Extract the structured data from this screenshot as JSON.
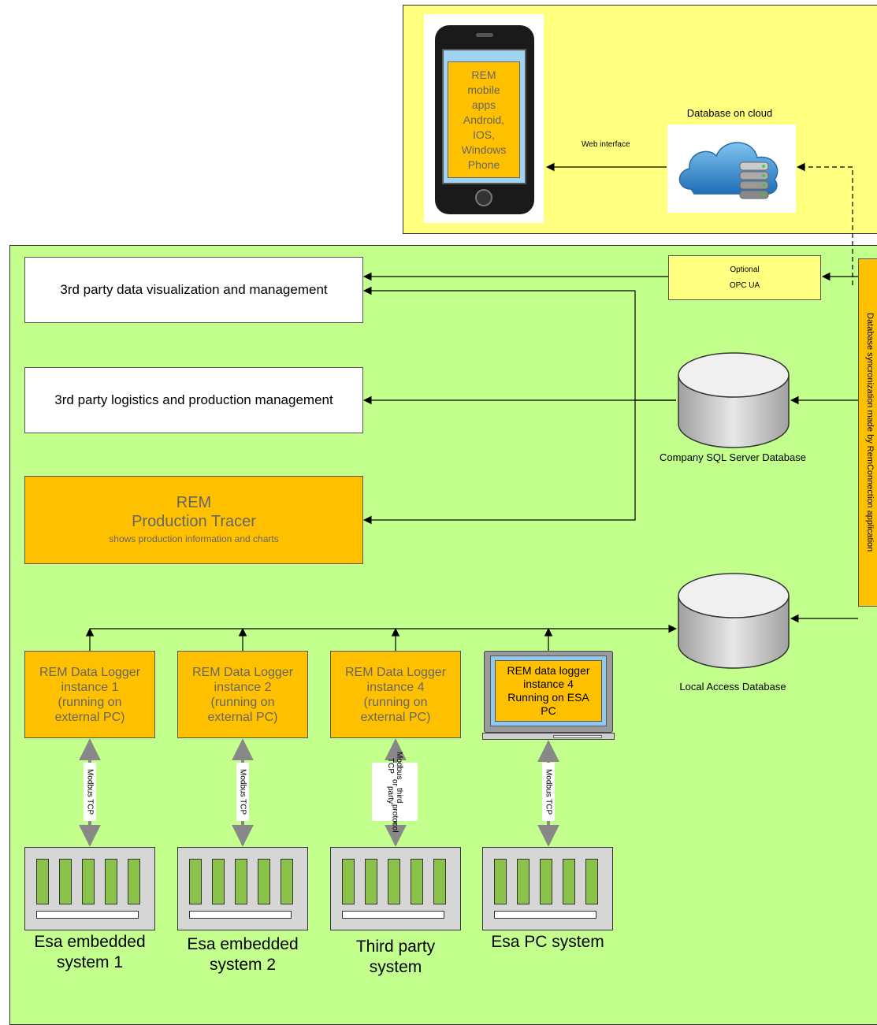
{
  "mobile": {
    "app_text": [
      "REM",
      "mobile",
      "apps",
      "Android,",
      "IOS,",
      "Windows",
      "Phone"
    ]
  },
  "cloud": {
    "title": "Database on cloud",
    "web_interface": "Web interface"
  },
  "opc": {
    "line1": "Optional",
    "line2": "OPC UA"
  },
  "sync_label": "Database syncronization made by RemConnection application",
  "boxes": {
    "visualization": "3rd party data visualization and management",
    "logistics": "3rd party logistics and production management",
    "tracer_line1": "REM",
    "tracer_line2": "Production Tracer",
    "tracer_line3": "shows production information and charts"
  },
  "databases": {
    "sql": "Company SQL Server Database",
    "access": "Local Access Database"
  },
  "loggers": [
    {
      "lines": [
        "REM Data Logger",
        "instance 1",
        "(running on",
        "external PC)"
      ]
    },
    {
      "lines": [
        "REM Data Logger",
        "instance 2",
        "(running on",
        "external PC)"
      ]
    },
    {
      "lines": [
        "REM Data Logger",
        "instance 4",
        "(running on",
        "external PC)"
      ]
    },
    {
      "lines": [
        "REM data logger",
        "instance 4",
        "Running on ESA",
        "PC"
      ]
    }
  ],
  "protocols": [
    {
      "lines": [
        "Modbus TCP"
      ]
    },
    {
      "lines": [
        "Modbus TCP"
      ]
    },
    {
      "lines": [
        "Modbus TCP",
        "or",
        "third party",
        "protocol"
      ]
    },
    {
      "lines": [
        "Modbus TCP"
      ]
    }
  ],
  "systems": [
    {
      "lines": [
        "Esa embedded",
        "system 1"
      ]
    },
    {
      "lines": [
        "Esa embedded",
        "system 2"
      ]
    },
    {
      "lines": [
        "Third party",
        "system"
      ]
    },
    {
      "lines": [
        "Esa PC system"
      ]
    }
  ],
  "colors": {
    "cloud_region": "#ffff80",
    "plant_region": "#c2ff8c",
    "accent_orange": "#ffc000",
    "module_green": "#8bc34a"
  }
}
